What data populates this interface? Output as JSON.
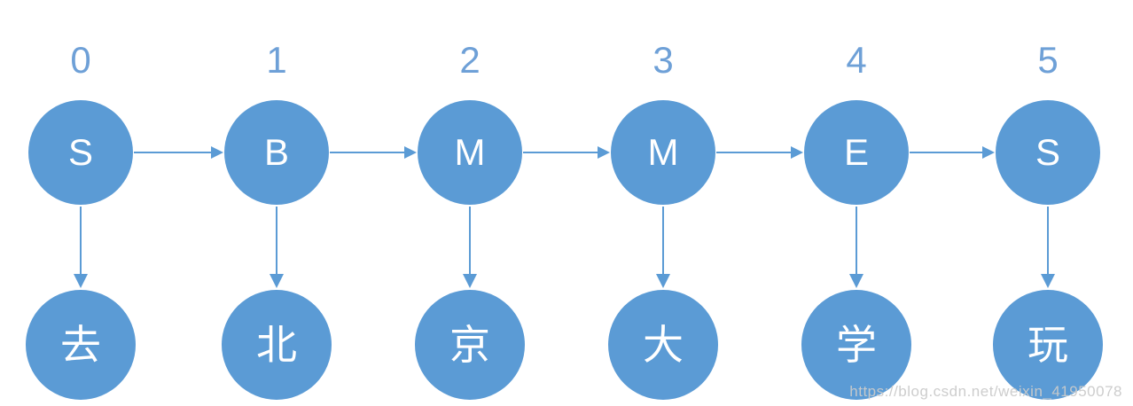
{
  "diagram": {
    "kind": "sequence-labeling-diagram",
    "colors": {
      "node_fill": "#5B9BD5",
      "node_text": "#FFFFFF",
      "arrow": "#5B9BD5",
      "index_text": "#6EA0D7",
      "watermark_text": "#CACACA",
      "background": "#FFFFFF"
    },
    "columns": [
      {
        "index": "0",
        "state": "S",
        "char": "去"
      },
      {
        "index": "1",
        "state": "B",
        "char": "北"
      },
      {
        "index": "2",
        "state": "M",
        "char": "京"
      },
      {
        "index": "3",
        "state": "M",
        "char": "大"
      },
      {
        "index": "4",
        "state": "E",
        "char": "学"
      },
      {
        "index": "5",
        "state": "S",
        "char": "玩"
      }
    ],
    "watermark": "https://blog.csdn.net/weixin_41950078"
  }
}
